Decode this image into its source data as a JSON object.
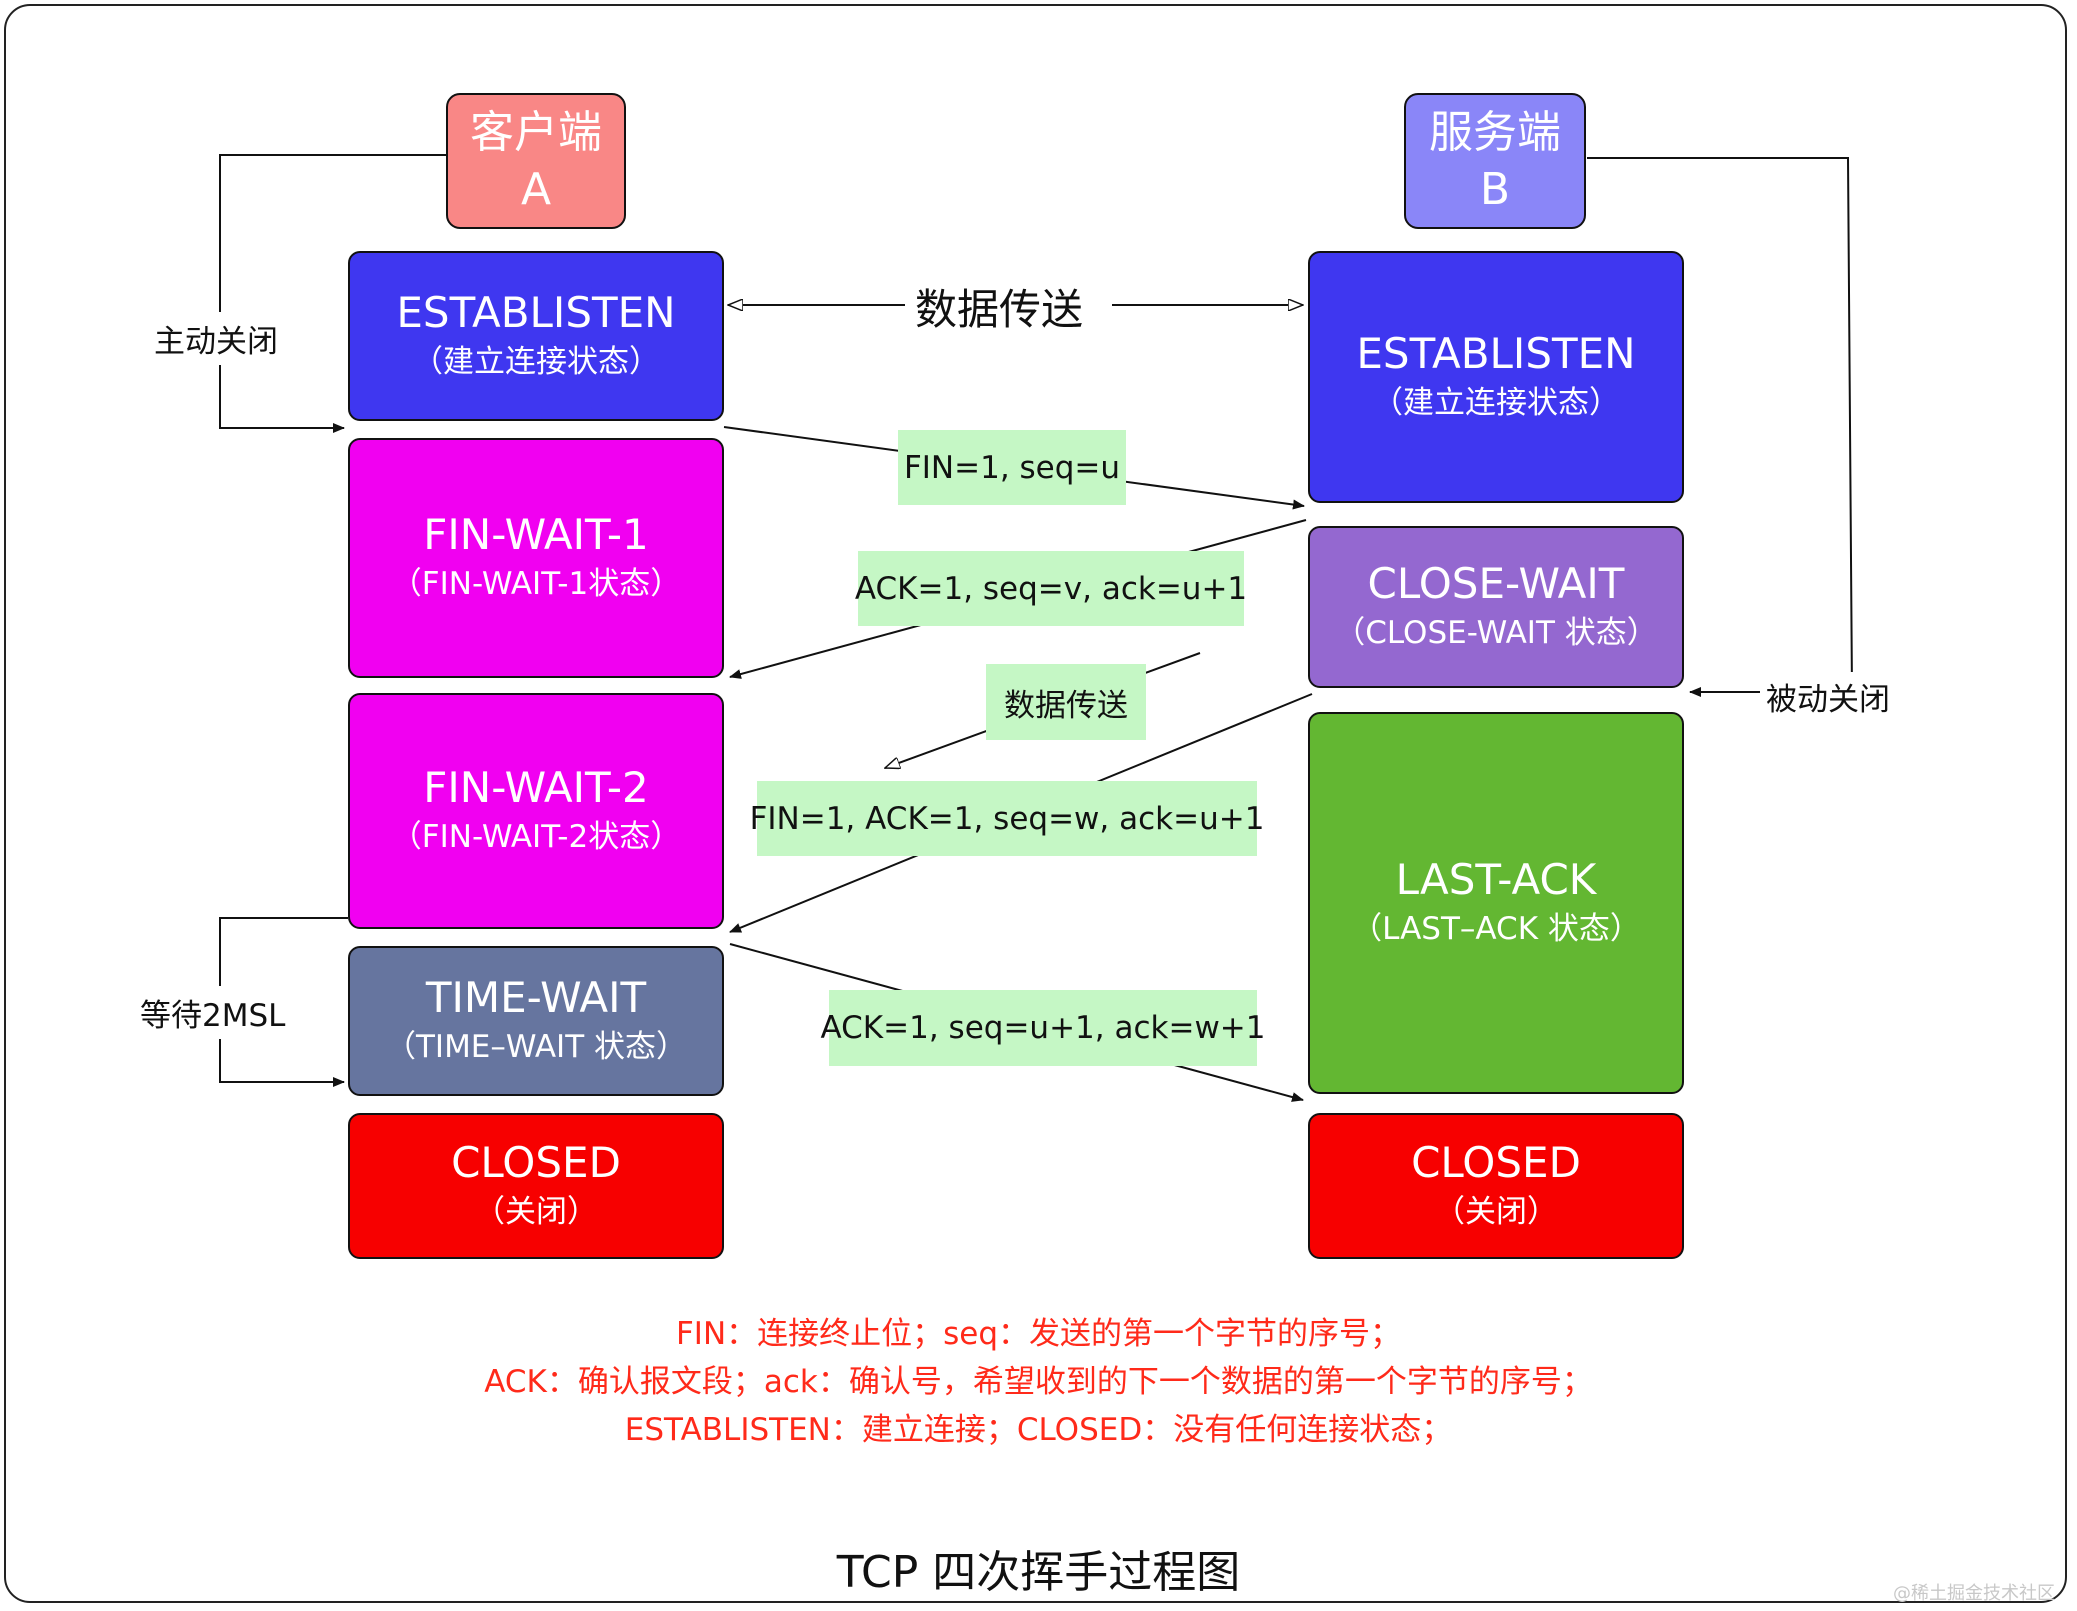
{
  "client": {
    "title": "客户端",
    "sub": "A"
  },
  "server": {
    "title": "服务端",
    "sub": "B"
  },
  "client_states": [
    {
      "name": "ESTABLISTEN",
      "desc": "（建立连接状态）",
      "color": "#3f37f0"
    },
    {
      "name": "FIN-WAIT-1",
      "desc": "（FIN-WAIT-1状态）",
      "color": "#f100f1"
    },
    {
      "name": "FIN-WAIT-2",
      "desc": "（FIN-WAIT-2状态）",
      "color": "#f100f1"
    },
    {
      "name": "TIME-WAIT",
      "desc": "（TIME–WAIT 状态）",
      "color": "#66759f"
    },
    {
      "name": "CLOSED",
      "desc": "（关闭）",
      "color": "#f70000"
    }
  ],
  "server_states": [
    {
      "name": "ESTABLISTEN",
      "desc": "（建立连接状态）",
      "color": "#3f37f0"
    },
    {
      "name": "CLOSE-WAIT",
      "desc": "（CLOSE-WAIT 状态）",
      "color": "#9468d0"
    },
    {
      "name": "LAST-ACK",
      "desc": "（LAST–ACK 状态）",
      "color": "#63b732"
    },
    {
      "name": "CLOSED",
      "desc": "（关闭）",
      "color": "#f70000"
    }
  ],
  "messages": {
    "data_transfer_top": "数据传送",
    "fin1": "FIN=1, seq=u",
    "ack1": "ACK=1, seq=v, ack=u+1",
    "data_transfer_mid": "数据传送",
    "fin2": "FIN=1, ACK=1, seq=w, ack=u+1",
    "ack2": "ACK=1, seq=u+1, ack=w+1"
  },
  "side_labels": {
    "active_close": "主动关闭",
    "passive_close": "被动关闭",
    "wait_2msl": "等待2MSL"
  },
  "legend": [
    "FIN：连接终止位；seq：发送的第一个字节的序号；",
    "ACK：确认报文段；ack：确认号，希望收到的下一个数据的第一个字节的序号；",
    "ESTABLISTEN：建立连接；CLOSED：没有任何连接状态；"
  ],
  "caption": "TCP 四次挥手过程图",
  "watermark": "@稀土掘金技术社区",
  "colors": {
    "client_header": "#f98786",
    "server_header": "#8a86f8",
    "label_bg": "#c5f7c5",
    "legend_text": "#ff2a1a"
  }
}
